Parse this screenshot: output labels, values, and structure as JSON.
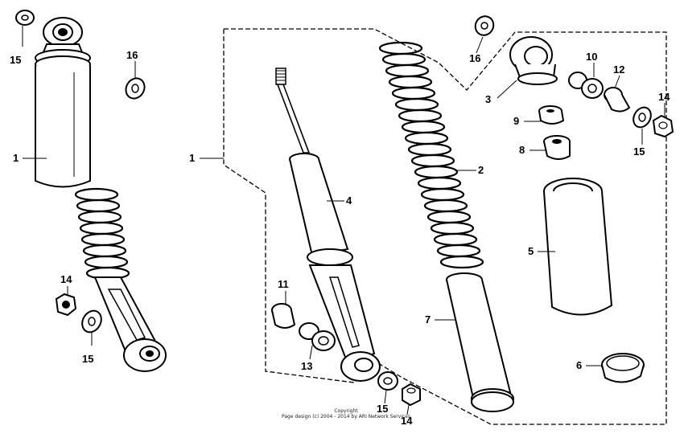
{
  "callouts": {
    "c1_left": "1",
    "c1_center": "1",
    "c2": "2",
    "c3": "3",
    "c4": "4",
    "c5": "5",
    "c6": "6",
    "c7": "7",
    "c8": "8",
    "c9": "9",
    "c10": "10",
    "c11": "11",
    "c12": "12",
    "c13": "13",
    "c14_left": "14",
    "c14_right": "14",
    "c14_bottom": "14",
    "c15_topleft": "15",
    "c15_left": "15",
    "c15_right": "15",
    "c15_bottom": "15",
    "c16_left": "16",
    "c16_top": "16"
  },
  "footer": {
    "copyright_title": "Copyright",
    "copyright_line": "Page design (c) 2004 - 2014 by ARI Network Services"
  }
}
